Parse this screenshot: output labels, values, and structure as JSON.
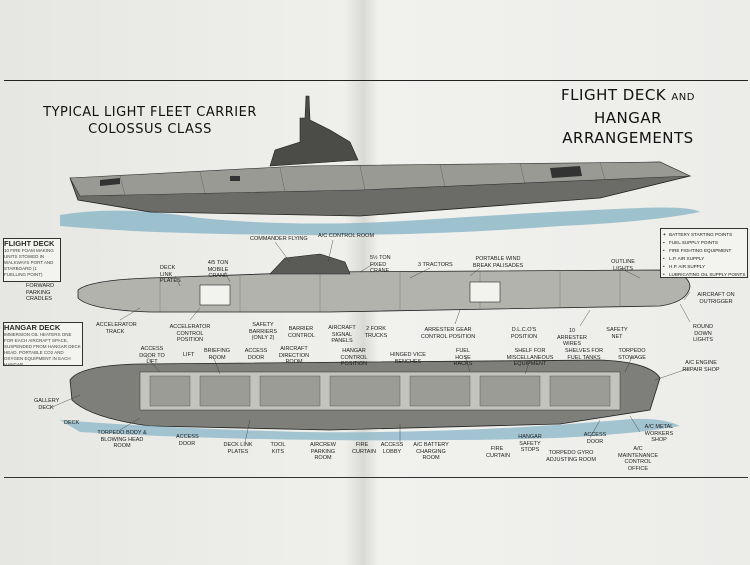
{
  "titles": {
    "left_line1": "TYPICAL LIGHT FLEET CARRIER",
    "left_line2": "COLOSSUS CLASS",
    "right_line1_a": "FLIGHT DECK",
    "right_line1_b": "AND",
    "right_line1_c": "HANGAR",
    "right_line2": "ARRANGEMENTS"
  },
  "boxes": {
    "flight_deck_title": "FLIGHT DECK",
    "flight_deck_text": "10 FIRE FOAM MAKING UNITS STOWED IN WALKWAYS PORT AND STARBOARD (1 FUELLING POINT)",
    "hangar_deck_title": "HANGAR DECK",
    "hangar_deck_text": "IMMERSION OIL HEATERS ONE FOR EACH AIRCRAFT SPACE, SUSPENDED FROM HANGAR DECK HEAD. PORTABLE CO2 AND OXYGEN EQUIPMENT IN EACH HANGAR"
  },
  "legend": [
    {
      "symbol": "+",
      "label": "BATTERY STARTING POINTS"
    },
    {
      "symbol": "▪",
      "label": "FUEL SUPPLY POINTS"
    },
    {
      "symbol": "•",
      "label": "FIRE FIGHTING EQUIPMENT"
    },
    {
      "symbol": "•",
      "label": "L.P. AIR SUPPLY"
    },
    {
      "symbol": "•",
      "label": "H.P. AIR SUPPLY"
    },
    {
      "symbol": "•",
      "label": "LUBRICATING OIL SUPPLY POINTS"
    }
  ],
  "labels": {
    "commander_flying": "COMMANDER FLYING",
    "ac_control_room": "A/C CONTROL ROOM",
    "fixed_crane": "5½ TON FIXED CRANE",
    "tractors": "3 TRACTORS",
    "windbreak": "PORTABLE WIND BREAK PALISADES",
    "outline_lights": "OUTLINE LIGHTS",
    "deck_link_plates_top": "DECK LINK PLATES",
    "mobile_crane": "4/5 TON MOBILE CRANE",
    "forward_parking_cradles": "FORWARD PARKING CRADLES",
    "aircraft_outrigger": "AIRCRAFT ON OUTRIGGER",
    "accelerator_track": "ACCELERATOR TRACK",
    "accelerator_control": "ACCELERATOR CONTROL POSITION",
    "safety_barriers": "SAFETY BARRIERS (ONLY 2)",
    "barrier_control": "BARRIER CONTROL",
    "aircraft_signal_panels": "AIRCRAFT SIGNAL PANELS",
    "fork_trucks": "2 FORK TRUCKS",
    "arrester_gear": "ARRESTER GEAR CONTROL POSITION",
    "dlcos": "D.L.C.O'S POSITION",
    "arrester_wires": "10 ARRESTER WIRES",
    "safety_net": "SAFETY NET",
    "round_down_lights": "ROUND DOWN LIGHTS",
    "access_door_lift": "ACCESS DOOR TO LIFT",
    "lift": "LIFT",
    "briefing_room": "BRIEFING ROOM",
    "access_door_top": "ACCESS DOOR",
    "aircraft_direction": "AIRCRAFT DIRECTION ROOM",
    "hangar_control": "HANGAR CONTROL POSITION",
    "hinged_vice": "HINGED VICE BENCHES",
    "fuel_hose_racks": "FUEL HOSE RACKS",
    "shelf_misc": "SHELF FOR MISCELLANEOUS EQUIPMENT",
    "shelves_fuel": "SHELVES FOR FUEL TANKS",
    "torpedo_stowage": "TORPEDO STOWAGE",
    "engine_repair": "A/C ENGINE REPAIR SHOP",
    "gallery_deck": "GALLERY DECK",
    "deck": "DECK",
    "torpedo_blowing": "TORPEDO BODY & BLOWING HEAD ROOM",
    "access_door_bottom": "ACCESS DOOR",
    "deck_link_plates_bottom": "DECK LINK PLATES",
    "tool_kits": "TOOL KITS",
    "aircrew_parking": "AIRCREW PARKING ROOM",
    "fire_curtain_left": "FIRE CURTAIN",
    "access_lobby": "ACCESS LOBBY",
    "battery_charging": "A/C BATTERY CHARGING ROOM",
    "fire_curtain_right": "FIRE CURTAIN",
    "hangar_safety": "HANGAR SAFETY STOPS",
    "torpedo_gyro": "TORPEDO GYRO ADJUSTING ROOM",
    "access_door_right": "ACCESS DOOR",
    "ac_metal_workers": "A/C METAL WORKERS SHOP",
    "ac_maintenance": "A/C MAINTENANCE CONTROL OFFICE"
  }
}
